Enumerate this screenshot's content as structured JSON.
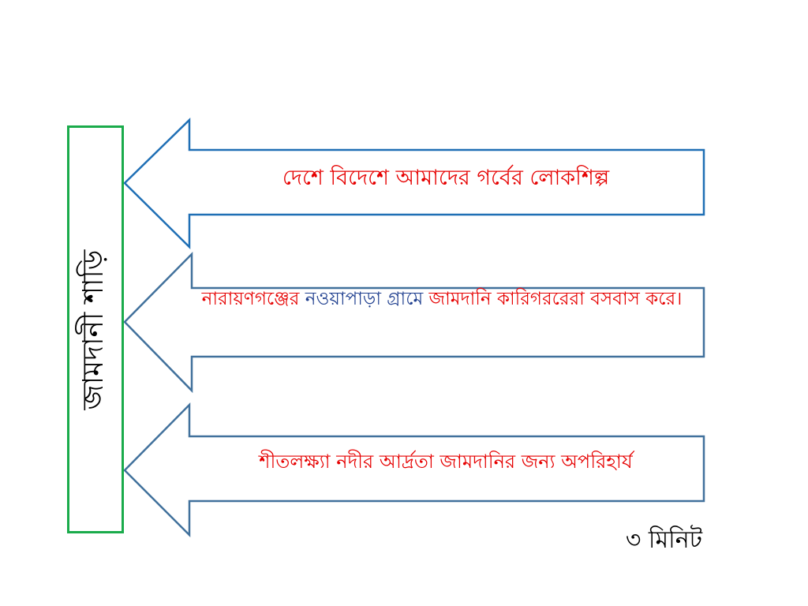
{
  "slide": {
    "sidebar_label": "জামদানী শাড়ি",
    "arrows": [
      {
        "text": "দেশে বিদেশে আমাদের গর্বের লোকশিল্প"
      },
      {
        "part1": "নারায়ণগঞ্জের ",
        "part2": "নওয়াপাড়া গ্রামে",
        "part3": " জামদানি কারিগররেরা বসবাস করে।"
      },
      {
        "text": "শীতলক্ষ্যা নদীর আর্দ্রতা জামদানির জন্য অপরিহার্য"
      }
    ],
    "timer": "৩ মিনিট"
  },
  "colors": {
    "sidebar_border": "#1aab4b",
    "arrow1_stroke": "#1f6fb5",
    "arrow_stroke": "#41719c",
    "text_red": "#e60000",
    "text_blue": "#1f3f8f"
  }
}
